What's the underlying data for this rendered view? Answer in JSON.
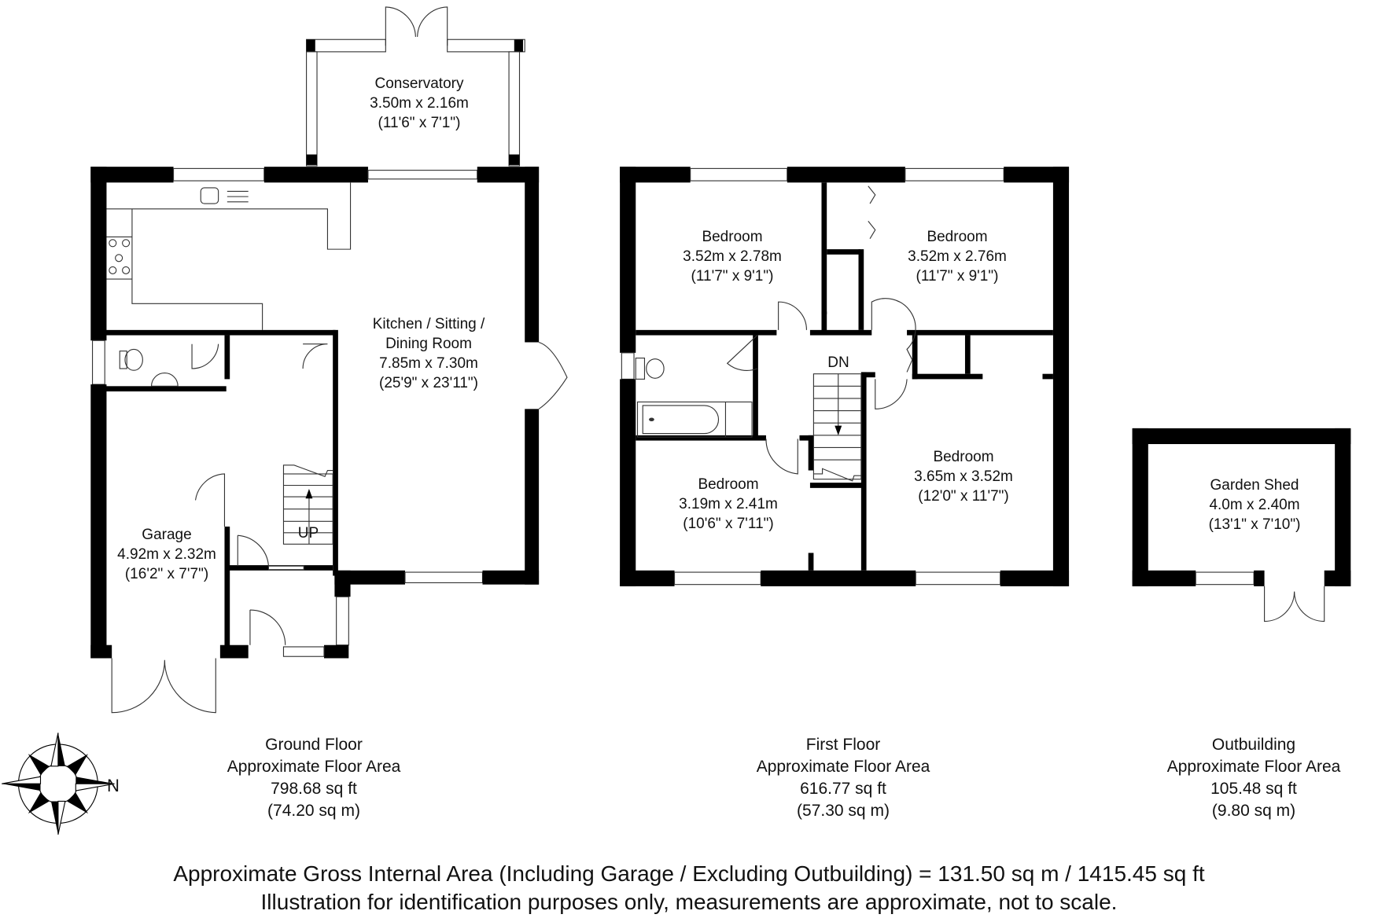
{
  "ground_floor": {
    "rooms": [
      {
        "name": "Conservatory",
        "metric": "3.50m x 2.16m",
        "imperial": "(11'6\" x 7'1\")"
      },
      {
        "name_line1": "Kitchen / Sitting /",
        "name_line2": "Dining Room",
        "metric": "7.85m x 7.30m",
        "imperial": "(25'9\" x 23'11\")"
      },
      {
        "name": "Garage",
        "metric": "4.92m x 2.32m",
        "imperial": "(16'2\" x 7'7\")"
      }
    ],
    "stairs_label": "UP",
    "summary": {
      "title": "Ground Floor",
      "subtitle": "Approximate Floor Area",
      "sqft": "798.68 sq ft",
      "sqm": "(74.20 sq m)"
    }
  },
  "first_floor": {
    "rooms": [
      {
        "name": "Bedroom",
        "metric": "3.52m x 2.78m",
        "imperial": "(11'7\" x 9'1\")"
      },
      {
        "name": "Bedroom",
        "metric": "3.52m x 2.76m",
        "imperial": "(11'7\" x 9'1\")"
      },
      {
        "name": "Bedroom",
        "metric": "3.19m x 2.41m",
        "imperial": "(10'6\" x 7'11\")"
      },
      {
        "name": "Bedroom",
        "metric": "3.65m x 3.52m",
        "imperial": "(12'0\" x 11'7\")"
      }
    ],
    "stairs_label": "DN",
    "summary": {
      "title": "First Floor",
      "subtitle": "Approximate Floor Area",
      "sqft": "616.77 sq ft",
      "sqm": "(57.30 sq m)"
    }
  },
  "outbuilding": {
    "rooms": [
      {
        "name": "Garden Shed",
        "metric": "4.0m x 2.40m",
        "imperial": "(13'1\" x 7'10\")"
      }
    ],
    "summary": {
      "title": "Outbuilding",
      "subtitle": "Approximate Floor Area",
      "sqft": "105.48 sq ft",
      "sqm": "(9.80 sq m)"
    }
  },
  "compass": {
    "icon": "compass-rose-icon",
    "north_label": "N"
  },
  "footer": {
    "gross_area": "Approximate Gross Internal Area (Including Garage / Excluding Outbuilding) = 131.50 sq m / 1415.45 sq ft",
    "disclaimer": "Illustration for identification purposes only, measurements are approximate, not to scale."
  },
  "colors": {
    "wall": "#000000",
    "background": "#ffffff",
    "line": "#333333"
  }
}
